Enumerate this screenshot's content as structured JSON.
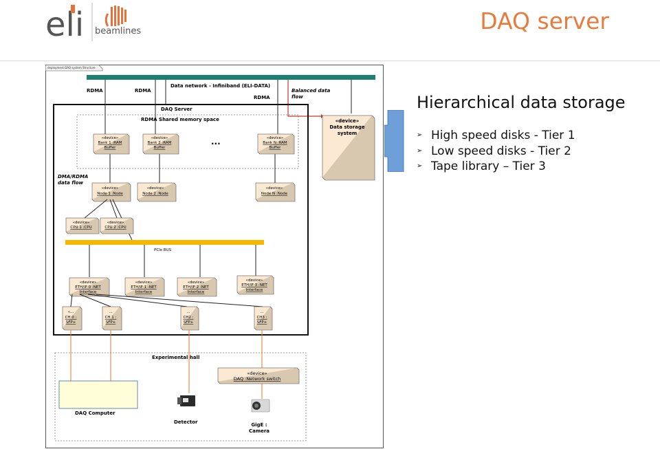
{
  "header": {
    "logo_left_text": "eli",
    "logo_right_text": "beamlines",
    "title": "DAQ server"
  },
  "diagram": {
    "frame_caption": "deployment DAQ system Structure",
    "data_network": "Data network - Infiniband (ELI-DATA)",
    "balanced_flow": "Balanced data flow",
    "rdma_labels": [
      "RDMA",
      "RDMA",
      "RDMA"
    ],
    "daq_server": "DAQ Server",
    "shared_memory": "RDMA Shared memory space",
    "dots": "...",
    "stereotype": "«device»",
    "banks": [
      "Bank 1 :RAM Buffer",
      "Bank 2 :RAM Buffer",
      "Bank N :RAM Buffer"
    ],
    "dma_flow": "DMA/RDMA data flow",
    "nodes": [
      "Node 1 :Node",
      "Node 2 :Node",
      "Node N :Node"
    ],
    "cpus": [
      "CPU 1 :CPU",
      "CPU 2 :CPU"
    ],
    "pcie_bus": "PCIe BUS",
    "eth_interfaces": [
      "ETH/IF 0 :NET Interface",
      "ETH/IF 1 :NET Interface",
      "ETH/IF 2 :NET Interface",
      "ETH/IF 3 :NET Interface"
    ],
    "channels": [
      "CH 0 : SFP+",
      "CH 1 : SFP+",
      "CH2 : SFP+",
      "CH3 : SFP+"
    ],
    "storage_lines": [
      "«device»",
      "Data storage",
      "system"
    ],
    "experimental_hall": "Experimental hall",
    "network_switch": "DAQ :Network switch",
    "daq_computer": "DAQ Computer",
    "detector": "Detector",
    "camera_lines": [
      "GigE :",
      "Camera"
    ]
  },
  "content": {
    "subheading": "Hierarchical data storage",
    "bullets": [
      "High speed disks - Tier 1",
      "Low speed disks - Tier 2",
      "Tape library – Tier 3"
    ],
    "bullet_marker": "➢"
  },
  "colors": {
    "title_orange": "#e87c3e",
    "teal_bar": "#1f7f73",
    "pcie_yellow": "#f5b800",
    "node_fill": "#fbe9d3",
    "arrow_blue": "#6f9fd8",
    "flow_red": "#c0392b",
    "flow_orange": "#e07a2e"
  }
}
